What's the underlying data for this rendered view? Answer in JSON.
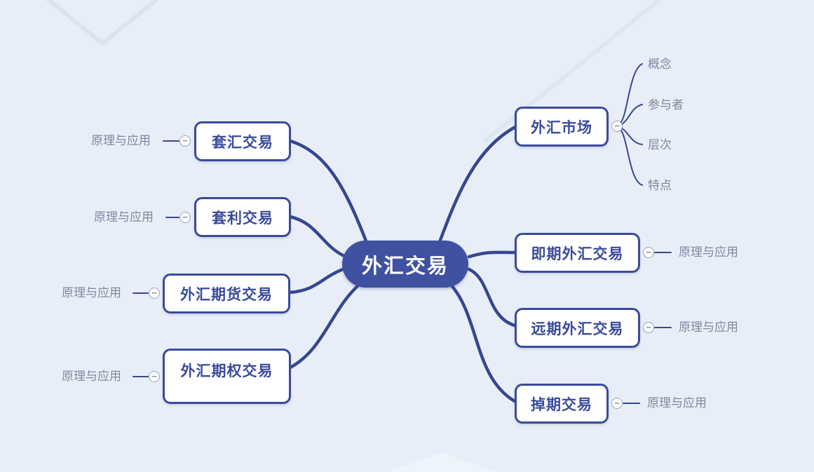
{
  "root": {
    "label": "外汇交易"
  },
  "left_branches": [
    {
      "label": "套汇交易",
      "children": [
        "原理与应用"
      ]
    },
    {
      "label": "套利交易",
      "children": [
        "原理与应用"
      ]
    },
    {
      "label": "外汇期货交易",
      "children": [
        "原理与应用"
      ]
    },
    {
      "label": "外汇期权交易",
      "children": [
        "原理与应用"
      ]
    }
  ],
  "right_branches": [
    {
      "label": "外汇市场",
      "children": [
        "概念",
        "参与者",
        "层次",
        "特点"
      ]
    },
    {
      "label": "即期外汇交易",
      "children": [
        "原理与应用"
      ]
    },
    {
      "label": "远期外汇交易",
      "children": [
        "原理与应用"
      ]
    },
    {
      "label": "掉期交易",
      "children": [
        "原理与应用"
      ]
    }
  ],
  "icons": {
    "collapse_glyph": "−"
  },
  "colors": {
    "background": "#e8eef7",
    "node_border": "#3a4b9b",
    "node_text": "#3a4b9b",
    "root_fill": "#3f51a0",
    "root_text": "#ffffff",
    "connector": "#36478f",
    "leaf_text": "#7e89a0"
  }
}
